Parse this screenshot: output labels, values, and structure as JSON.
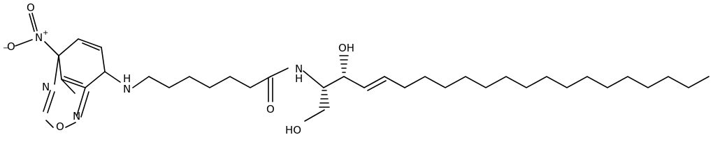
{
  "molecule": {
    "atom_labels": {
      "nitro_n": "N",
      "nitro_n_charge": "+",
      "nitro_o_minus": "O",
      "nitro_o_charge": "−",
      "nitro_o": "O",
      "ring_n_upper": "N",
      "ring_o": "O",
      "ring_n_lower": "N",
      "amine_nh": "H",
      "amine_n": "N",
      "amide_nh": "H",
      "amide_n": "N",
      "amide_o": "O",
      "secondary_oh": "OH",
      "primary_oh": "HO"
    },
    "colors": {
      "bond": "#000000",
      "text": "#000000",
      "background": "#ffffff"
    }
  }
}
